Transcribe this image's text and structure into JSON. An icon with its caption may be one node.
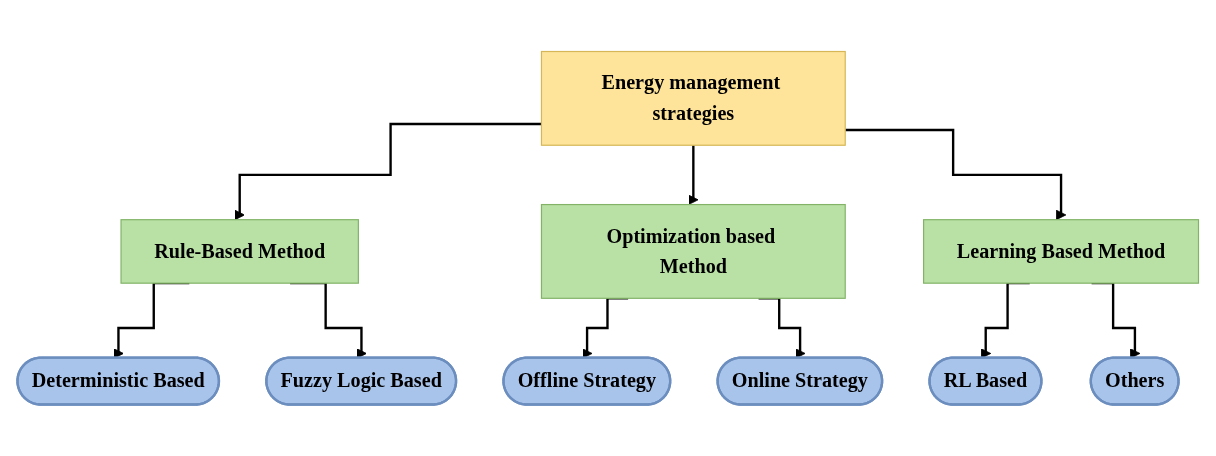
{
  "diagram": {
    "nodes": [
      {
        "text": [
          "Energy management strategies"
        ]
      },
      {
        "text": [
          "Rule-Based Method"
        ]
      },
      {
        "text": [
          "Optimization based Method"
        ]
      },
      {
        "text": [
          "Learning Based Method"
        ]
      },
      {
        "text": [
          "Deterministic Based"
        ]
      },
      {
        "text": [
          "Fuzzy Logic Based"
        ]
      },
      {
        "text": [
          "Offline Strategy"
        ]
      },
      {
        "text": [
          "Online Strategy"
        ]
      },
      {
        "text": [
          "RL Based"
        ]
      },
      {
        "text": [
          "Others"
        ]
      }
    ],
    "edges": [
      {
        "from": 0,
        "to": 1,
        "arrow": "to"
      },
      {
        "from": 0,
        "to": 2,
        "arrow": "to"
      },
      {
        "from": 0,
        "to": 3,
        "arrow": "to"
      },
      {
        "from": 1,
        "to": 4,
        "arrow": "to"
      },
      {
        "from": 1,
        "to": 5,
        "arrow": "to"
      },
      {
        "from": 2,
        "to": 6,
        "arrow": "to"
      },
      {
        "from": 2,
        "to": 7,
        "arrow": "to"
      },
      {
        "from": 3,
        "to": 8,
        "arrow": "to"
      },
      {
        "from": 3,
        "to": 9,
        "arrow": "to"
      }
    ]
  }
}
